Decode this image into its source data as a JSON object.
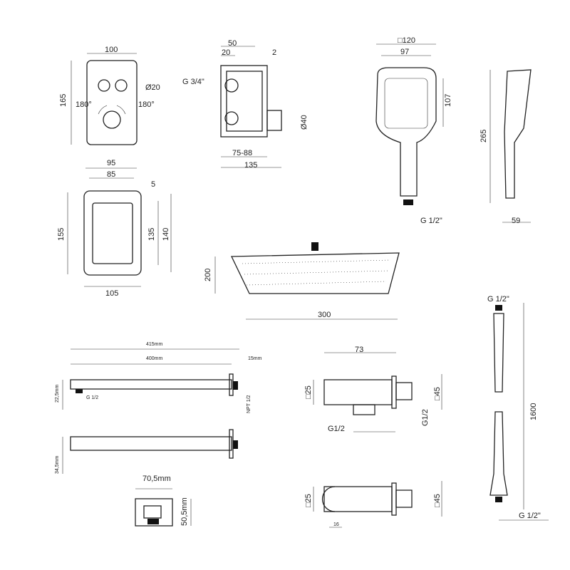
{
  "panel": {
    "width": "100",
    "height": "165",
    "button_dia": "Ø20",
    "rot_left": "180°",
    "rot_right": "180°"
  },
  "box": {
    "depth": "50",
    "offset": "20",
    "plate": "2",
    "inlet": "G 3/4\"",
    "outlet_dia": "Ø40",
    "install_depth": "75-88",
    "height": "135"
  },
  "frame": {
    "outer_width": "95",
    "inner_width": "85",
    "margin": "5",
    "outer_height": "155",
    "inner_height": "135",
    "mid_height": "140",
    "bottom_width": "105"
  },
  "hand_shower": {
    "face_size": "□120",
    "face_width": "97",
    "face_height": "107",
    "thread": "G 1/2\"",
    "length": "265",
    "depth": "59"
  },
  "head": {
    "height": "200",
    "width": "300"
  },
  "arm": {
    "total": "415mm",
    "length": "400mm",
    "flange": "15mm",
    "height_top": "22,5mm",
    "thread": "G 1/2",
    "npt": "NPT 1/2",
    "height_side": "34,5mm",
    "flange_width": "70,5mm",
    "flange_height": "50,5mm"
  },
  "outlet": {
    "length": "73",
    "sq_small": "□25",
    "sq_big": "□45",
    "thread_bottom": "G1/2",
    "thread_side": "G1/2",
    "sq_small_2": "□25",
    "sq_big_2": "□45",
    "offset": "16"
  },
  "hose": {
    "thread_top": "G 1/2\"",
    "length": "1600",
    "thread_bottom": "G 1/2\""
  }
}
